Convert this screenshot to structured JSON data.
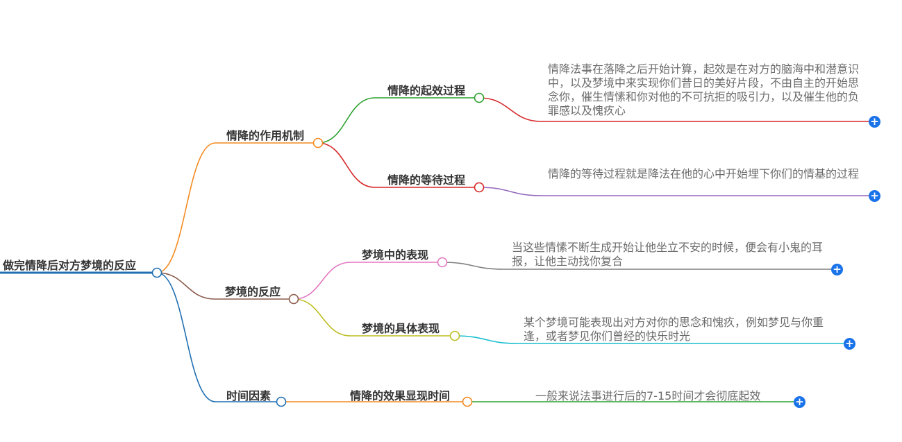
{
  "root": {
    "label": "做完情降后对方梦境的反应"
  },
  "branches": [
    {
      "label": "情降的作用机制",
      "children": [
        {
          "label": "情降的起效过程",
          "leaf": "情降法事在落降之后开始计算，起效是在对方的脑海中和潜意识中，以及梦境中来实现你们昔日的美好片段，不由自主的开始思念你，催生情愫和你对他的不可抗拒的吸引力，以及催生他的负罪感以及愧疚心"
        },
        {
          "label": "情降的等待过程",
          "leaf": "情降的等待过程就是降法在他的心中开始埋下你们的情基的过程"
        }
      ]
    },
    {
      "label": "梦境的反应",
      "children": [
        {
          "label": "梦境中的表现",
          "leaf": "当这些情愫不断生成开始让他坐立不安的时候，便会有小鬼的耳报，让他主动找你复合"
        },
        {
          "label": "梦境的具体表现",
          "leaf": "某个梦境可能表现出对方对你的思念和愧疚，例如梦见与你重逢，或者梦见你们曾经的快乐时光"
        }
      ]
    },
    {
      "label": "时间因素",
      "children": [
        {
          "label": "情降的效果显现时间",
          "leaf": "一般来说法事进行后的7-15时间才会彻底起效"
        }
      ]
    }
  ],
  "colors": {
    "root_line": "#1f6fb2",
    "branch_1": "#f4891f",
    "branch_2": "#8b5a4a",
    "branch_3": "#1f6fb2",
    "sub_1_1": "#2ca02c",
    "sub_1_2": "#d62728",
    "sub_2_1": "#e377c2",
    "sub_2_2": "#bcbd22",
    "sub_3_1": "#f4891f",
    "leaf_1_1": "#d62728",
    "leaf_1_2": "#9467bd",
    "leaf_2_1": "#7f7f7f",
    "leaf_2_2": "#17becf",
    "leaf_3_1": "#2ca02c",
    "expand_button": "#1a73e8"
  },
  "icons": {
    "expand": "plus-circle-icon"
  },
  "expand_symbol": "+"
}
